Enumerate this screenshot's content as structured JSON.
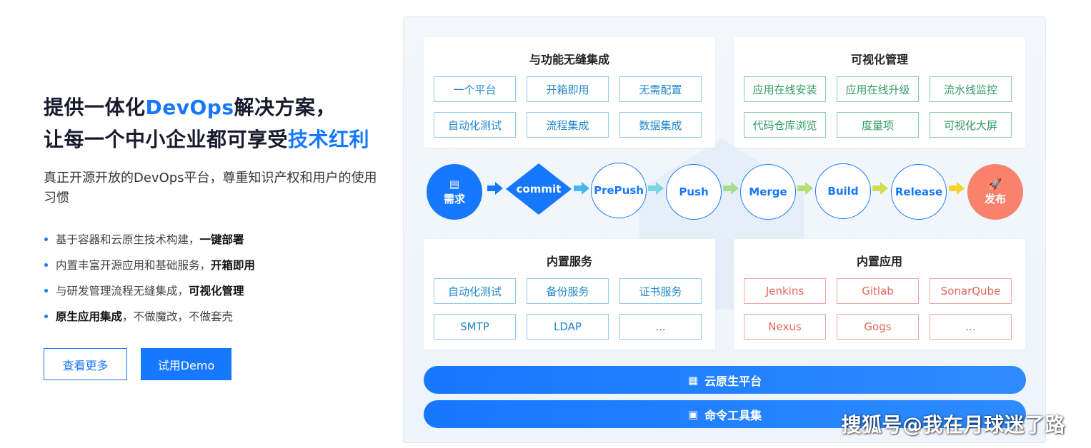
{
  "intro": {
    "headline_line1_a": "提供一体化",
    "headline_line1_hl": "DevOps",
    "headline_line1_b": "解决方案，",
    "headline_line2_a": "让每一个中小企业都可享受",
    "headline_line2_hl": "技术红利",
    "subtitle": "真正开源开放的DevOps平台，尊重知识产权和用户的使用习惯",
    "bullets": [
      {
        "text": "基于容器和云原生技术构建，",
        "bold": "一键部署"
      },
      {
        "text": "内置丰富开源应用和基础服务，",
        "bold": "开箱即用"
      },
      {
        "text": "与研发管理流程无缝集成，",
        "bold": "可视化管理"
      },
      {
        "bold": "原生应用集成",
        "text": "，不做魔改，不做套壳"
      }
    ],
    "buttons": {
      "more": "查看更多",
      "demo": "试用Demo"
    }
  },
  "panels": {
    "integration": {
      "title": "与功能无缝集成",
      "tags": [
        "一个平台",
        "开箱即用",
        "无需配置",
        "自动化测试",
        "流程集成",
        "数据集成"
      ]
    },
    "visual": {
      "title": "可视化管理",
      "tags": [
        "应用在线安装",
        "应用在线升级",
        "流水线监控",
        "代码仓库浏览",
        "度量项",
        "可视化大屏"
      ]
    },
    "services": {
      "title": "内置服务",
      "tags": [
        "自动化测试",
        "备份服务",
        "证书服务",
        "SMTP",
        "LDAP",
        "..."
      ]
    },
    "apps": {
      "title": "内置应用",
      "tags": [
        "Jenkins",
        "Gitlab",
        "SonarQube",
        "Nexus",
        "Gogs",
        "..."
      ]
    }
  },
  "pipeline": {
    "start": "需求",
    "commit": "commit",
    "steps": [
      "PrePush",
      "Push",
      "Merge",
      "Build",
      "Release"
    ],
    "end": "发布"
  },
  "bars": {
    "cloud": "云原生平台",
    "cli": "命令工具集"
  },
  "credit": "搜狐号@我在月球迷了路",
  "colors": {
    "accent": "#1677ff",
    "release": "#f9826d",
    "green": "#2e9a64",
    "red": "#e0655a"
  },
  "icons": {
    "start": "clipboard-icon",
    "end": "rocket-icon",
    "cloud": "server-icon",
    "cli": "terminal-icon"
  }
}
